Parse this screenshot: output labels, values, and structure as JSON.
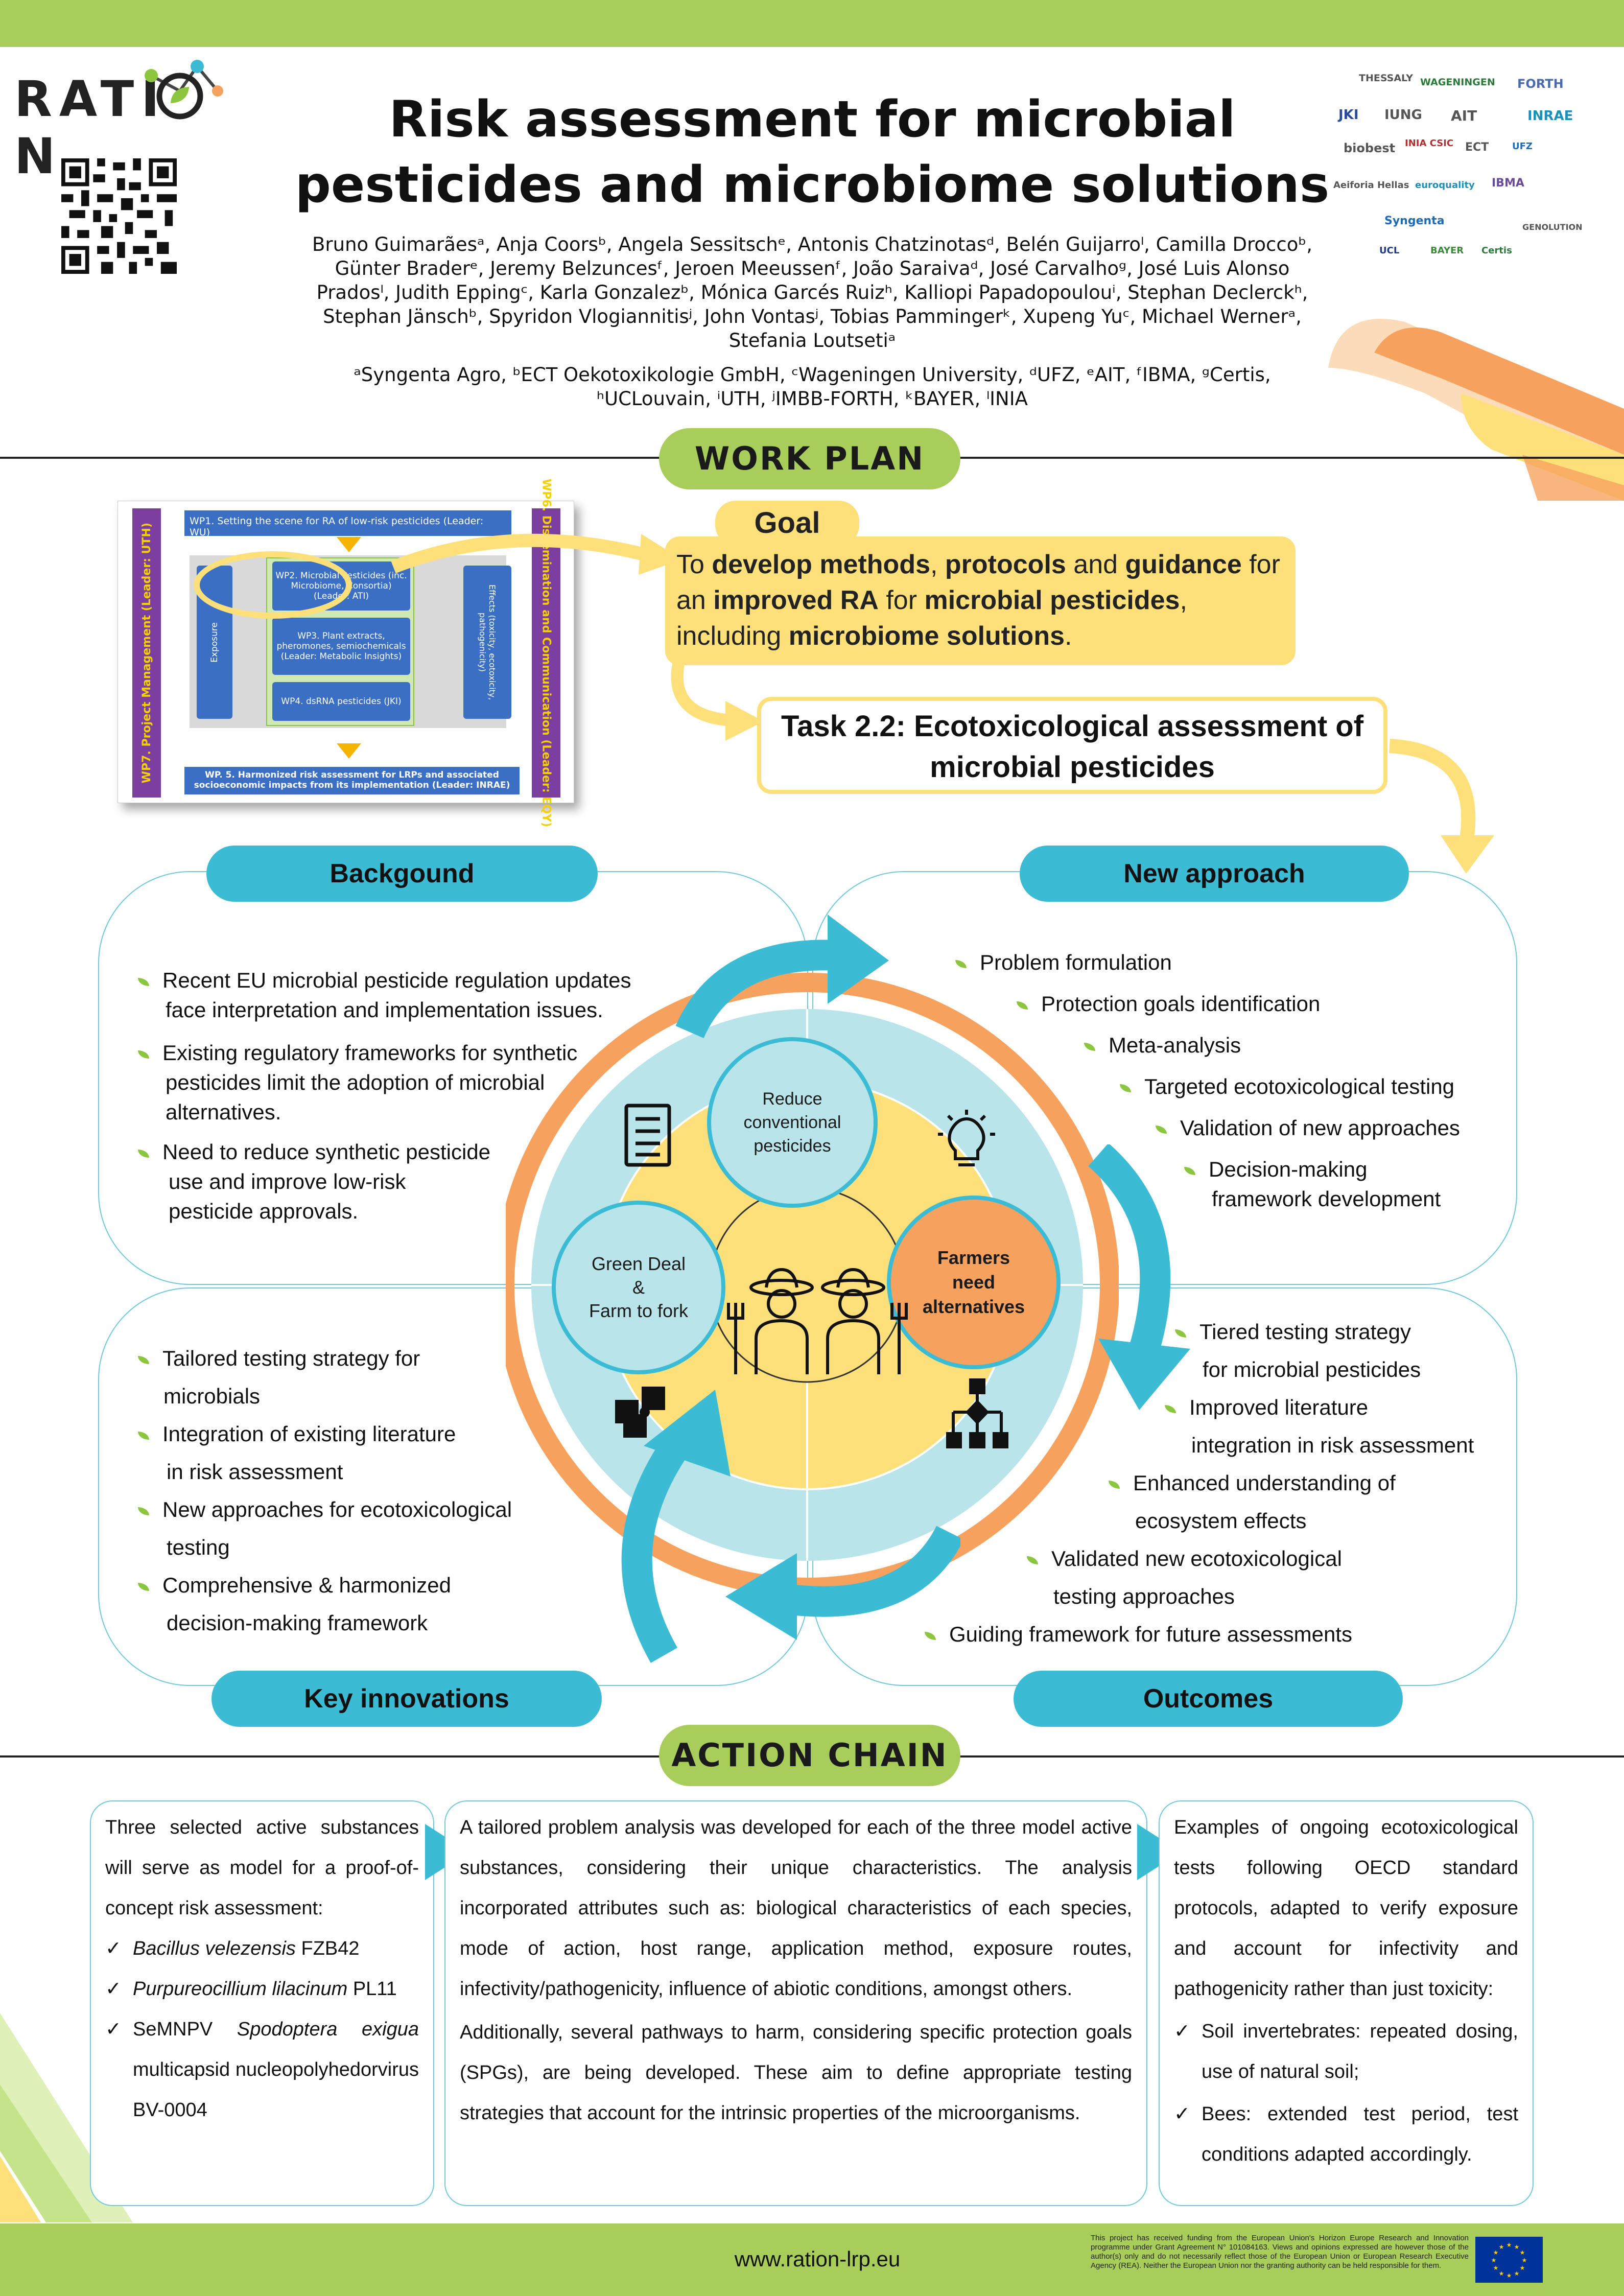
{
  "header": {
    "logo_text": "RATI N",
    "title_line1": "Risk assessment for microbial",
    "title_line2": "pesticides and microbiome solutions",
    "authors": [
      "Bruno Guimarãesᵃ, Anja Coorsᵇ, Angela Sessitschᵉ, Antonis Chatzinotasᵈ, Belén Guijarroˡ, Camilla Droccoᵇ,",
      "Günter Braderᵉ, Jeremy Belzuncesᶠ, Jeroen Meeussenᶠ, João Saraivaᵈ, José Carvalhoᵍ, José Luis Alonso",
      "Pradosˡ, Judith Eppingᶜ, Karla Gonzalezᵇ, Mónica Garcés Ruizʰ, Kalliopi Papadopoulouⁱ, Stephan Declerckʰ,",
      "Stephan Jänschᵇ, Spyridon Vlogiannitisʲ, John Vontasʲ, Tobias Pammingerᵏ, Xupeng Yuᶜ, Michael Wernerᵃ,",
      "Stefania Loutsetiᵃ"
    ],
    "affiliations": [
      "ᵃSyngenta Agro, ᵇECT Oekotoxikologie GmbH, ᶜWageningen University, ᵈUFZ, ᵉAIT, ᶠIBMA, ᵍCertis,",
      "ʰUCLouvain, ⁱUTH, ʲIMBB-FORTH, ᵏBAYER, ˡINIA"
    ],
    "partners": [
      "THESSALY",
      "WAGENINGEN",
      "FORTH",
      "JKI",
      "IUNG",
      "AIT",
      "INRAE",
      "biobest",
      "INIA CSIC",
      "ECT",
      "UFZ",
      "Aeiforia Hellas",
      "euroquality",
      "IBMA",
      "Syngenta",
      "GENOLUTION",
      "UCL",
      "BAYER",
      "Certis"
    ]
  },
  "workplan": {
    "heading": "WORK PLAN",
    "wp1": "WP1. Setting the scene for RA of low-risk pesticides (Leader: WU)",
    "wp7": "WP7. Project Management (Leader: UTH)",
    "wp6": "WP6. Dissemination and Communication (Leader: EQY)",
    "exposure": "Exposure",
    "effects": "Effects (toxicity, ecotoxicity, pathogenicity)",
    "wp2": "WP2. Microbial Pesticides (inc. Microbiome, Consortia) (Leader: ATI)",
    "wp3": "WP3. Plant extracts, pheromones, semiochemicals (Leader: Metabolic Insights)",
    "wp4": "WP4. dsRNA pesticides (JKI)",
    "wp5": "WP. 5. Harmonized risk assessment for LRPs and associated socioeconomic impacts from its implementation (Leader: INRAE)"
  },
  "goal": {
    "label": "Goal",
    "parts": [
      "To ",
      "develop methods",
      ", ",
      "protocols",
      " and ",
      "guidance",
      " for an ",
      "improved RA",
      " for ",
      "microbial pesticides",
      ", including ",
      "microbiome solutions",
      "."
    ]
  },
  "task": {
    "line1": "Task 2.2: Ecotoxicological assessment of",
    "line2": "microbial pesticides"
  },
  "background": {
    "label": "Backgound",
    "items": [
      [
        "Recent EU microbial pesticide regulation updates",
        "face interpretation and implementation issues."
      ],
      [
        "Existing regulatory frameworks for synthetic",
        "pesticides limit the adoption of microbial",
        "alternatives."
      ],
      [
        "Need to reduce synthetic pesticide",
        "use and improve low-risk",
        "pesticide approvals."
      ]
    ]
  },
  "new_approach": {
    "label": "New approach",
    "items": [
      [
        "Problem formulation"
      ],
      [
        "Protection goals identification"
      ],
      [
        "Meta-analysis"
      ],
      [
        "Targeted ecotoxicological testing"
      ],
      [
        "Validation of new approaches"
      ],
      [
        "Decision-making",
        "framework development"
      ]
    ]
  },
  "key_innovations": {
    "label": "Key innovations",
    "items": [
      [
        "Tailored testing strategy for",
        "microbials"
      ],
      [
        "Integration of existing literature",
        "in risk assessment"
      ],
      [
        "New approaches for ecotoxicological",
        "testing"
      ],
      [
        "Comprehensive & harmonized",
        "decision-making framework"
      ]
    ]
  },
  "outcomes": {
    "label": "Outcomes",
    "items": [
      [
        "Tiered testing strategy",
        "for microbial pesticides"
      ],
      [
        "Improved literature",
        "integration in risk assessment"
      ],
      [
        "Enhanced understanding of",
        "ecosystem effects"
      ],
      [
        "Validated new ecotoxicological",
        "testing approaches"
      ],
      [
        "Guiding framework for future assessments"
      ]
    ]
  },
  "center": {
    "reduce": [
      "Reduce",
      "conventional",
      "pesticides"
    ],
    "green": [
      "Green Deal",
      "&",
      "Farm to fork"
    ],
    "farmers": [
      "Farmers",
      "need",
      "alternatives"
    ]
  },
  "action_chain": {
    "heading": "ACTION CHAIN",
    "box1_intro": "Three selected active substances will serve as model for a proof-of-concept risk assessment:",
    "box1_items": [
      {
        "italic": "Bacillus velezensis",
        "rest": " FZB42"
      },
      {
        "italic": "Purpureocillium lilacinum",
        "rest": " PL11"
      },
      {
        "pre": "SeMNPV ",
        "italic": "Spodoptera exigua",
        "rest": " multicapsid nucleopolyhedorvirus BV-0004"
      }
    ],
    "box2_p1": "A tailored problem analysis was developed for each of the three model active substances, considering their unique characteristics. The analysis incorporated attributes such as: biological characteristics of each species, mode of action, host range, application method, exposure routes, infectivity/pathogenicity, influence of abiotic conditions, amongst others.",
    "box2_p2": "Additionally, several pathways to harm, considering specific protection goals (SPGs), are being developed. These aim to define appropriate testing strategies that account for the intrinsic properties of the microorganisms.",
    "box3_intro": "Examples of ongoing ecotoxicological tests following OECD standard protocols, adapted to verify exposure and account for infectivity and pathogenicity rather than just toxicity:",
    "box3_items": [
      "Soil invertebrates: repeated dosing, use of natural soil;",
      "Bees: extended test period, test conditions adapted accordingly."
    ]
  },
  "footer": {
    "url": "www.ration-lrp.eu",
    "funding": "This project has received funding from the European Union's Horizon Europe Research and Innovation programme under Grant Agreement N° 101084163. Views and opinions expressed are however those of the author(s) only and do not necessarily reflect those of the European Union or European Research Executive Agency (REA). Neither the European Union nor the granting authority can be held responsible for them."
  },
  "colors": {
    "green": "#a8cd5a",
    "teal": "#3cbcd4",
    "yellow": "#fde07a",
    "orange": "#f6a25e",
    "purple": "#7b3fa0",
    "blue": "#3a6fc4"
  }
}
